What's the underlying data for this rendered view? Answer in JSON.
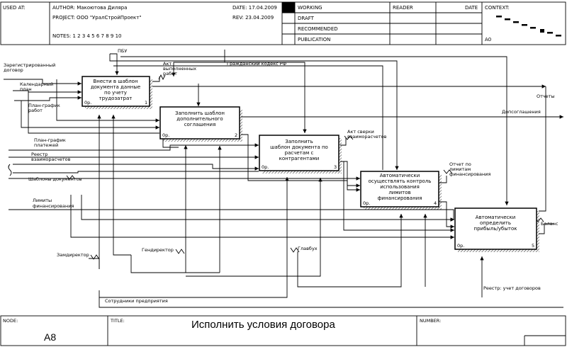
{
  "header": {
    "used_at": "USED AT:",
    "author": "AUTHOR:  Макоютова Диляра",
    "project": "PROJECT:  ООО \"УралСтройПроект\"",
    "notes": "NOTES:  1  2  3  4  5  6  7  8  9  10",
    "date": "DATE:  17.04.2009",
    "rev": "REV:   23.04.2009",
    "working": "WORKING",
    "draft": "DRAFT",
    "recommended": "RECOMMENDED",
    "publication": "PUBLICATION",
    "reader": "READER",
    "date2": "DATE",
    "context": "CONTEXT:",
    "context_node": "A0"
  },
  "footer": {
    "node_label": "NODE:",
    "node": "A8",
    "title_label": "TITLE:",
    "title": "Исполнить условия договора",
    "number_label": "NUMBER:"
  },
  "boxes": [
    {
      "lines": [
        "Внести в шаблон",
        "документа данные",
        "по учету",
        "трудозатрат"
      ],
      "op": "0р.",
      "num": "1"
    },
    {
      "lines": [
        "Заполнить шаблон",
        "дополнительного",
        "соглашения"
      ],
      "op": "0р.",
      "num": "2"
    },
    {
      "lines": [
        "Заполнить",
        "шаблон документа по",
        "расчетам с",
        "контрагентами"
      ],
      "op": "0р.",
      "num": "3"
    },
    {
      "lines": [
        "Автоматически",
        "осуществлять контроль",
        "использования",
        "лимитов",
        "финансирования"
      ],
      "op": "0р.",
      "num": "4"
    },
    {
      "lines": [
        "Автоматически",
        "определить",
        "прибыль/убыток"
      ],
      "op": "0р.",
      "num": "5"
    }
  ],
  "arrows": {
    "contract": [
      "Зарегистрированный",
      "договор"
    ],
    "calendar": [
      "Календарный",
      "план"
    ],
    "workplan": [
      "План-график",
      "работ"
    ],
    "payplan": [
      "План-график",
      "платежей"
    ],
    "registry": [
      "Реестр",
      "взаиморасчетов"
    ],
    "templates": "Шаблоны документов",
    "limits": [
      "Лимиты",
      "финансирования"
    ],
    "pbu": "ПБУ",
    "akt_done": [
      "Акт",
      "выполненных",
      "работ"
    ],
    "civil_code": "Гражданский кодекс РФ",
    "reports": "Отчеты",
    "addendum": "Допсоглашения",
    "akt_check": [
      "Акт сверки",
      "взаиморасчетов"
    ],
    "limit_report": [
      "Отчет по",
      "лимитам",
      "финансирования"
    ],
    "balance": "Баланс",
    "deputy": "Замдиректор",
    "director": "Гендиректор",
    "chief_accountant": "Главбух",
    "register": "Реестр: учет договоров",
    "employees": "Сотрудники предприятия"
  }
}
